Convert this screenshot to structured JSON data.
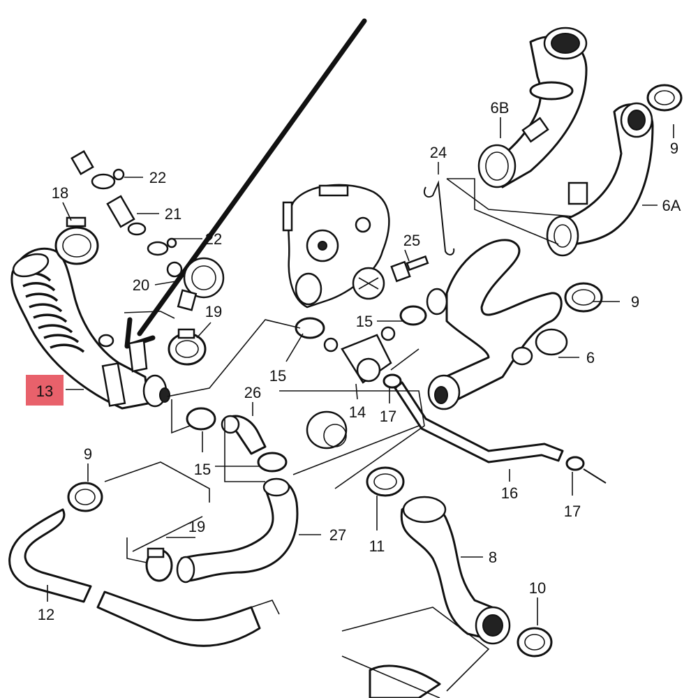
{
  "highlight_color": "#e8616b",
  "arrow_color": "#111111",
  "callouts": {
    "c13": "13",
    "c6B": "6B",
    "c9a": "9",
    "c6A": "6A",
    "c24": "24",
    "c25": "25",
    "c22a": "22",
    "c21": "21",
    "c22b": "22",
    "c18": "18",
    "c20": "20",
    "c19a": "19",
    "c15a": "15",
    "c15b": "15",
    "c9b": "9",
    "c6": "6",
    "c26": "26",
    "c14": "14",
    "c17a": "17",
    "c15c": "15",
    "c9c": "9",
    "c16": "16",
    "c17b": "17",
    "c27": "27",
    "c19b": "19",
    "c11": "11",
    "c8": "8",
    "c12": "12",
    "c10": "10"
  }
}
